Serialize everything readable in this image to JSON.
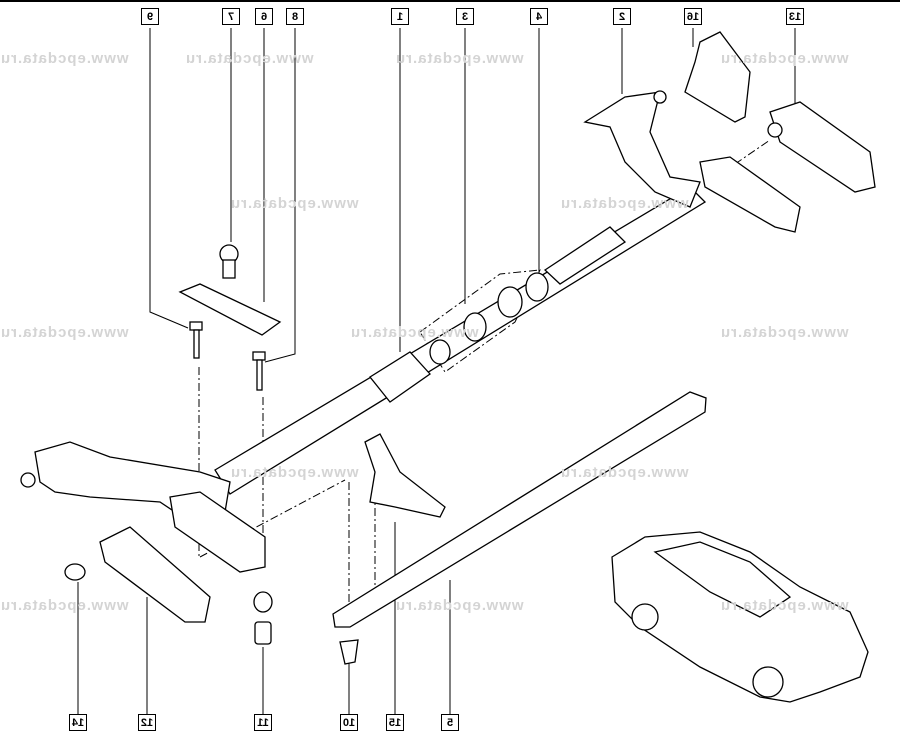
{
  "watermark": "www.epcdata.ru",
  "callouts": {
    "top": [
      "9",
      "7",
      "6",
      "8",
      "1",
      "3",
      "4",
      "2",
      "16",
      "13"
    ],
    "bottom": [
      "14",
      "12",
      "11",
      "10",
      "15",
      "5"
    ]
  },
  "colors": {
    "line": "#000000",
    "watermark": "#d4d4d4"
  }
}
